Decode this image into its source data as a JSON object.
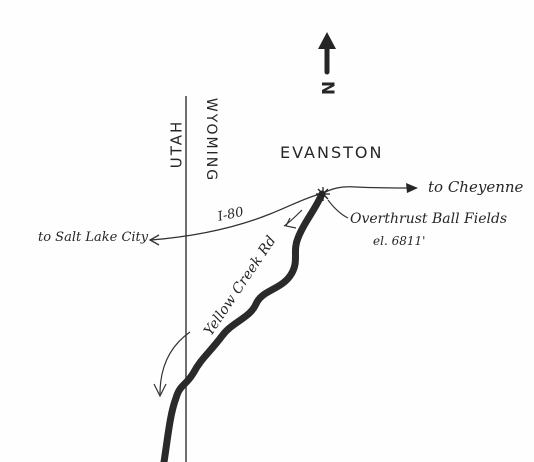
{
  "north_label": "N",
  "states": {
    "west": "UTAH",
    "east": "WYOMING"
  },
  "city": "EVANSTON",
  "highway": "I-80",
  "road": "Yellow Creek Rd",
  "destinations": {
    "east": "to Cheyenne",
    "west": "to Salt Lake City"
  },
  "site": {
    "name": "Overthrust Ball Fields",
    "elevation": "el. 6811'"
  },
  "colors": {
    "ink": "#262626",
    "paper": "#fefefe"
  }
}
